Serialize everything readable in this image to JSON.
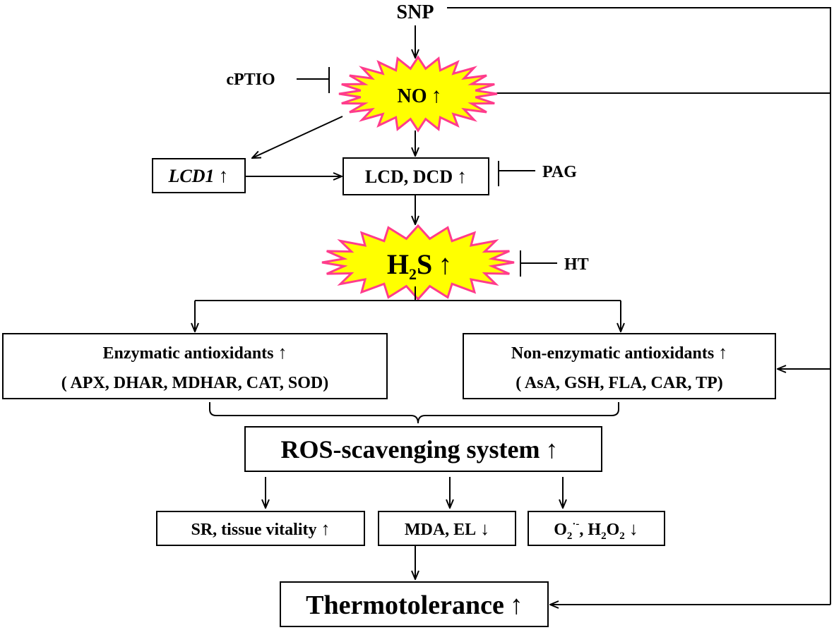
{
  "colors": {
    "line": "#000000",
    "burst_fill": "#ffff00",
    "burst_stroke": "#ff3c8c"
  },
  "nodes": {
    "snp": "SNP",
    "cptio": "cPTIO",
    "no_burst": "NO",
    "lcd1": "LCD1",
    "lcd_dcd": "LCD, DCD",
    "pag": "PAG",
    "h2s_burst": {
      "h": "H",
      "sub": "2",
      "s": "S"
    },
    "ht": "HT",
    "enzymatic": {
      "title": "Enzymatic antioxidants",
      "list": "( APX, DHAR, MDHAR, CAT, SOD)"
    },
    "non_enzymatic": {
      "title": "Non-enzymatic antioxidants",
      "list": "( AsA, GSH, FLA, CAR, TP)"
    },
    "ros_system": "ROS-scavenging system",
    "sr_vitality": "SR, tissue vitality",
    "mda_el": "MDA, EL",
    "o2_h2o2": {
      "o": "O",
      "o_sub": "2",
      "o_sup": "·-",
      "sep": ", H",
      "h_sub": "2",
      "o2": "O",
      "o2_sub": "2"
    },
    "thermotolerance": "Thermotolerance"
  },
  "symbols": {
    "up": "↑",
    "down": "↓"
  }
}
